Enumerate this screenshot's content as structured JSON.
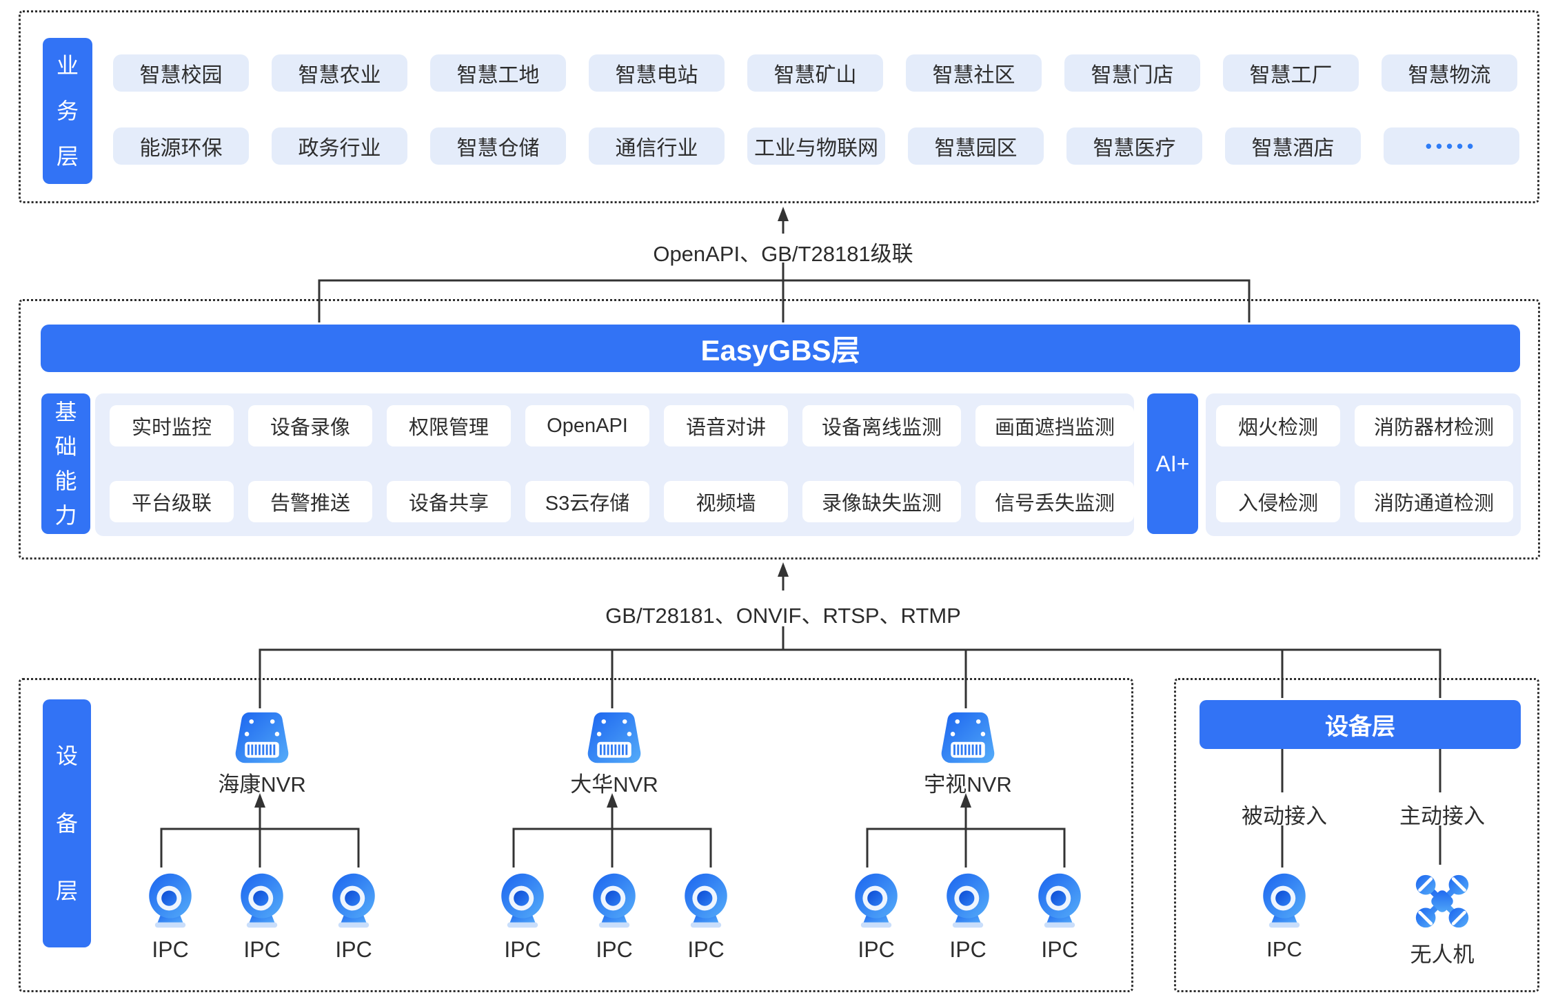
{
  "colors": {
    "primary_blue": "#3273f5",
    "light_chip": "#e4ecfa",
    "panel_blue": "#e8eefb",
    "text_dark": "#2d2d2d",
    "line_dark": "#333333",
    "dots_blue": "#2e7cf6"
  },
  "business": {
    "tag": "业务层",
    "row1": [
      "智慧校园",
      "智慧农业",
      "智慧工地",
      "智慧电站",
      "智慧矿山",
      "智慧社区",
      "智慧门店",
      "智慧工厂",
      "智慧物流"
    ],
    "row2": [
      "能源环保",
      "政务行业",
      "智慧仓储",
      "通信行业",
      "工业与物联网",
      "智慧园区",
      "智慧医疗",
      "智慧酒店",
      "•••••"
    ]
  },
  "top_connector": {
    "label": "OpenAPI、GB/T28181级联"
  },
  "platform": {
    "bar": "EasyGBS层",
    "tag": "基础能力",
    "cap_row1": [
      "实时监控",
      "设备录像",
      "权限管理",
      "OpenAPI",
      "语音对讲",
      "设备离线监测",
      "画面遮挡监测"
    ],
    "cap_row2": [
      "平台级联",
      "告警推送",
      "设备共享",
      "S3云存储",
      "视频墙",
      "录像缺失监测",
      "信号丢失监测"
    ],
    "ai_tag": "AI+",
    "ai_row1": [
      "烟火检测",
      "消防器材检测"
    ],
    "ai_row2": [
      "入侵检测",
      "消防通道检测"
    ]
  },
  "bottom_connector": {
    "label": "GB/T28181、ONVIF、RTSP、RTMP"
  },
  "devices_left": {
    "tag": "设备层",
    "groups": [
      {
        "nvr": "海康NVR",
        "ipcs": [
          "IPC",
          "IPC",
          "IPC"
        ]
      },
      {
        "nvr": "大华NVR",
        "ipcs": [
          "IPC",
          "IPC",
          "IPC"
        ]
      },
      {
        "nvr": "宇视NVR",
        "ipcs": [
          "IPC",
          "IPC",
          "IPC"
        ]
      }
    ]
  },
  "devices_right": {
    "bar": "设备层",
    "columns": [
      {
        "access": "被动接入",
        "device": "IPC"
      },
      {
        "access": "主动接入",
        "device": "无人机"
      }
    ]
  }
}
